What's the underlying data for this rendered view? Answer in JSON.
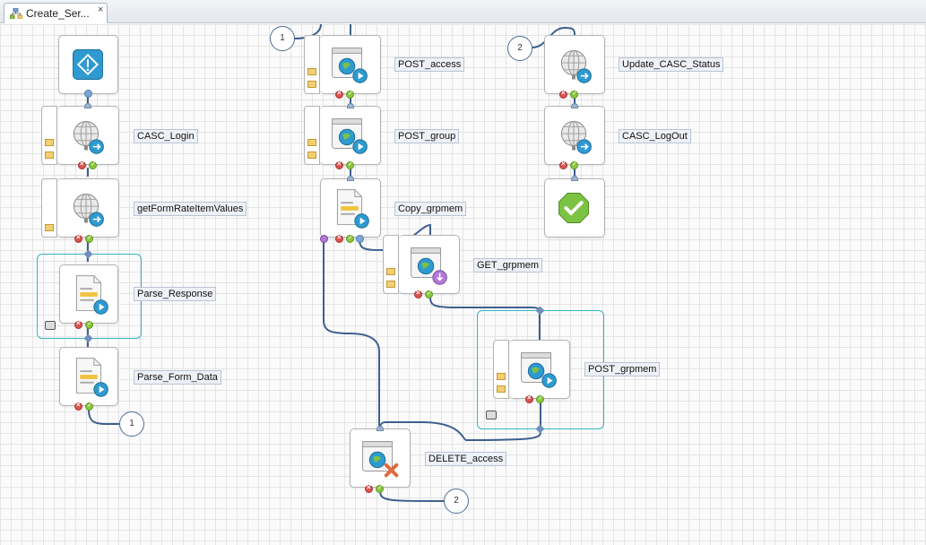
{
  "tab": {
    "label": "Create_Ser...",
    "close": "×"
  },
  "nodes": [
    {
      "id": "start",
      "label": ""
    },
    {
      "id": "casc-login",
      "label": "CASC_Login"
    },
    {
      "id": "get-form-rate",
      "label": "getFormRateItemValues"
    },
    {
      "id": "parse-response",
      "label": "Parse_Response"
    },
    {
      "id": "parse-form-data",
      "label": "Parse_Form_Data"
    },
    {
      "id": "post-access",
      "label": "POST_access"
    },
    {
      "id": "post-group",
      "label": "POST_group"
    },
    {
      "id": "copy-grpmem",
      "label": "Copy_grpmem"
    },
    {
      "id": "get-grpmem",
      "label": "GET_grpmem"
    },
    {
      "id": "post-grpmem",
      "label": "POST_grpmem"
    },
    {
      "id": "delete-access",
      "label": "DELETE_access"
    },
    {
      "id": "update-casc-status",
      "label": "Update_CASC_Status"
    },
    {
      "id": "casc-logout",
      "label": "CASC_LogOut"
    },
    {
      "id": "end",
      "label": ""
    }
  ],
  "connectors": [
    {
      "id": "connector-1-out",
      "text": "1"
    },
    {
      "id": "connector-1-in",
      "text": "1"
    },
    {
      "id": "connector-2-out",
      "text": "2"
    },
    {
      "id": "connector-2-in",
      "text": "2"
    }
  ],
  "colors": {
    "wire": "#3e5f8e",
    "group_border": "#33b5c5",
    "accent_blue": "#2e9ad0",
    "success_green": "#7cc243"
  }
}
